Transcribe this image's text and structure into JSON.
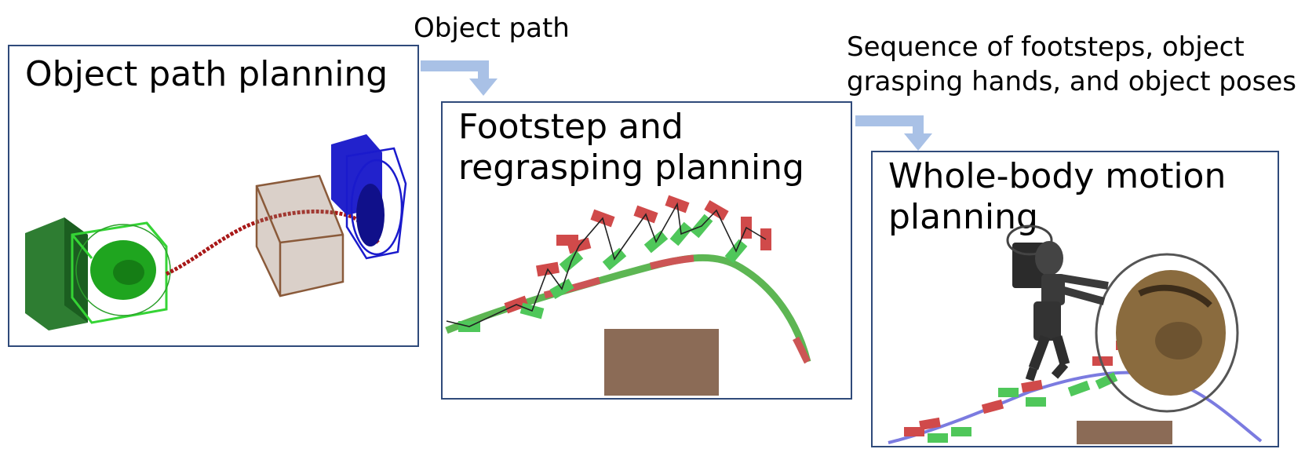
{
  "panels": [
    {
      "title": "Object path planning"
    },
    {
      "title": "Footstep and\nregrasping planning"
    },
    {
      "title": "Whole-body motion\nplanning"
    }
  ],
  "arrows": [
    {
      "label": "Object path"
    },
    {
      "label": "Sequence of footsteps, object\ngrasping hands, and object poses"
    }
  ],
  "colors": {
    "frame": "#2f4a7a",
    "arrow": "#a9c1e6",
    "green_footstep": "#4fc75a",
    "red_footstep": "#d04a4a",
    "obstacle": "#8b6b56",
    "path_blue": "#7b7be0",
    "spool_wood": "#8a6b3e"
  }
}
